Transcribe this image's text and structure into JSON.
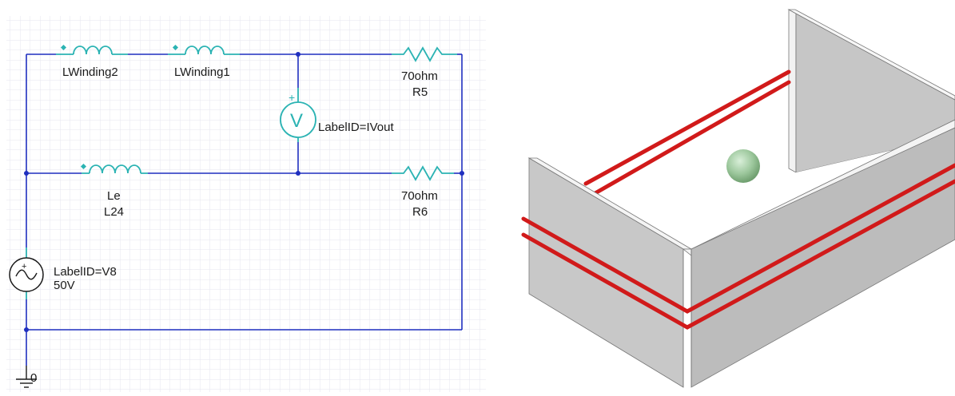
{
  "schematic": {
    "components": {
      "lwinding2": {
        "name": "LWinding2"
      },
      "lwinding1": {
        "name": "LWinding1"
      },
      "r5": {
        "value": "70ohm",
        "name": "R5"
      },
      "voltmeter": {
        "symbol": "V",
        "label": "LabelID=IVout"
      },
      "le": {
        "value": "Le",
        "name": "L24"
      },
      "r6": {
        "value": "70ohm",
        "name": "R6"
      },
      "source": {
        "label": "LabelID=V8",
        "value": "50V"
      },
      "ground": {
        "label": "0"
      }
    },
    "colors": {
      "wire": "#1f2fbf",
      "component": "#2bb3b3",
      "grid": "#e6e6ef"
    }
  },
  "model": {
    "colors": {
      "wall_front": "#c8c8c8",
      "wall_side": "#bdbdbd",
      "wall_top": "#f2f2f2",
      "coil": "#d11a1a",
      "sphere": "#9cc79c"
    }
  }
}
